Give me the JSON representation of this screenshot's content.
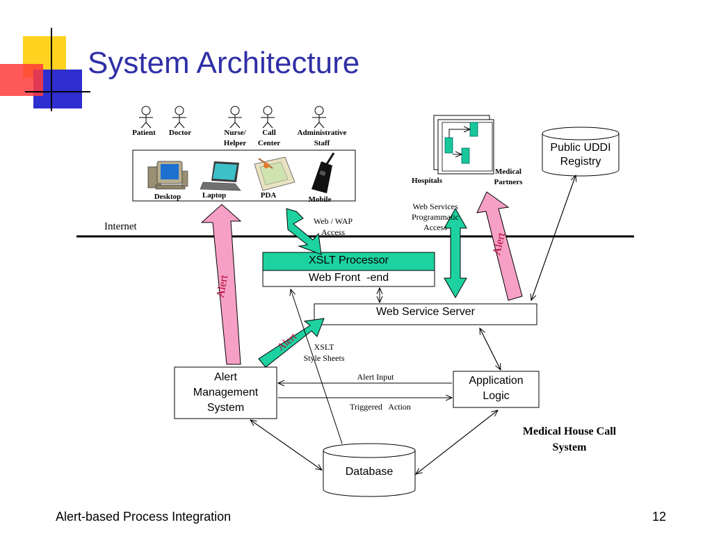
{
  "slide": {
    "title": "System Architecture",
    "footer_left": "Alert-based Process Integration",
    "page_number": "12"
  },
  "users": {
    "patient": "Patient",
    "doctor": "Doctor",
    "nurse": [
      "Nurse/",
      "Helper"
    ],
    "call_center": [
      "Call",
      "Center"
    ],
    "admin": [
      "Administrative",
      "Staff"
    ]
  },
  "devices": {
    "desktop": "Desktop",
    "laptop": "Laptop",
    "pda": "PDA",
    "mobile": "Mobile"
  },
  "partners": {
    "hospitals": "Hospitals",
    "medical_partners": [
      "Medical",
      "Partners"
    ]
  },
  "uddi": [
    "Public UDDI",
    "Registry"
  ],
  "internet": "Internet",
  "web_wap": [
    "Web / WAP",
    "Access"
  ],
  "ws_prog": [
    "Web Services",
    "Programmatic",
    "Access"
  ],
  "xslt_processor": "XSLT Processor",
  "web_front_end": "Web Front  -end",
  "web_service_server": "Web Service Server",
  "alert_label": "Alert",
  "xslt_style": [
    "XSLT",
    "Style Sheets"
  ],
  "alert_mgmt": [
    "Alert",
    "Management",
    "System"
  ],
  "app_logic": [
    "Application",
    "Logic"
  ],
  "alert_input": "Alert Input",
  "triggered_action": "Triggered   Action",
  "system_name": [
    "Medical House Call",
    "System"
  ],
  "database": "Database",
  "colors": {
    "title": "#2f2fa6",
    "pink": "#f7a0c6",
    "green": "#1ed1a0",
    "deco_yellow": "#ffd21f",
    "deco_blue": "#2f2fd0",
    "deco_red": "#ff3b3b"
  }
}
